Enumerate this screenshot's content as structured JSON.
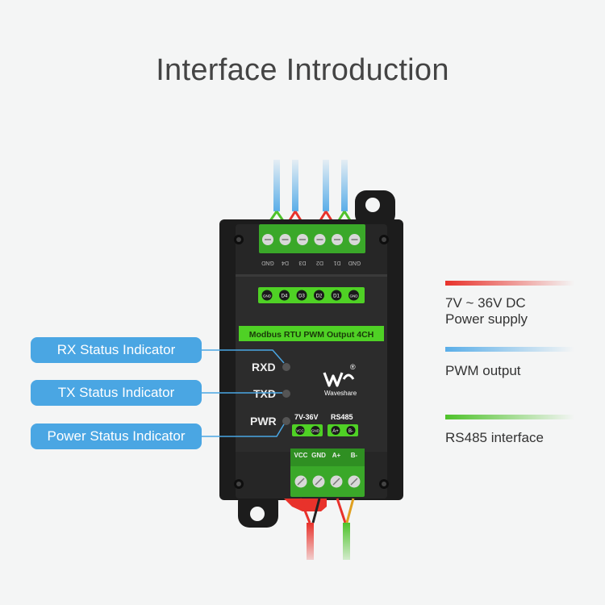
{
  "title": "Interface Introduction",
  "device": {
    "top_terminal_labels": [
      "GND",
      "D4",
      "D3",
      "D2",
      "D1",
      "GND"
    ],
    "top_pin_labels": [
      "GND",
      "D4",
      "D3",
      "D2",
      "D1",
      "GND"
    ],
    "name_band": "Modbus RTU PWM Output 4CH",
    "led_labels": {
      "rxd": "RXD",
      "txd": "TXD",
      "pwr": "PWR"
    },
    "power_label": "7V-36V",
    "rs485_label": "RS485",
    "power_pins": [
      "VCC",
      "GND"
    ],
    "rs485_pins": [
      "A+",
      "B-"
    ],
    "bottom_terminal_labels": [
      "VCC",
      "GND",
      "A+",
      "B-"
    ],
    "brand": "Waveshare",
    "registered": "®"
  },
  "callouts": {
    "rx": "RX Status Indicator",
    "tx": "TX Status Indicator",
    "pwr": "Power Status Indicator"
  },
  "legend": {
    "power_line1": "7V ~ 36V DC",
    "power_line2": "Power supply",
    "pwm": "PWM output",
    "rs485": "RS485 interface"
  },
  "colors": {
    "power": "#e8322b",
    "pwm": "#5aaee8",
    "rs485": "#4ec22a",
    "callout": "#4aa6e3",
    "device_body": "#1c1c1c",
    "accent_green": "#4fd125"
  }
}
